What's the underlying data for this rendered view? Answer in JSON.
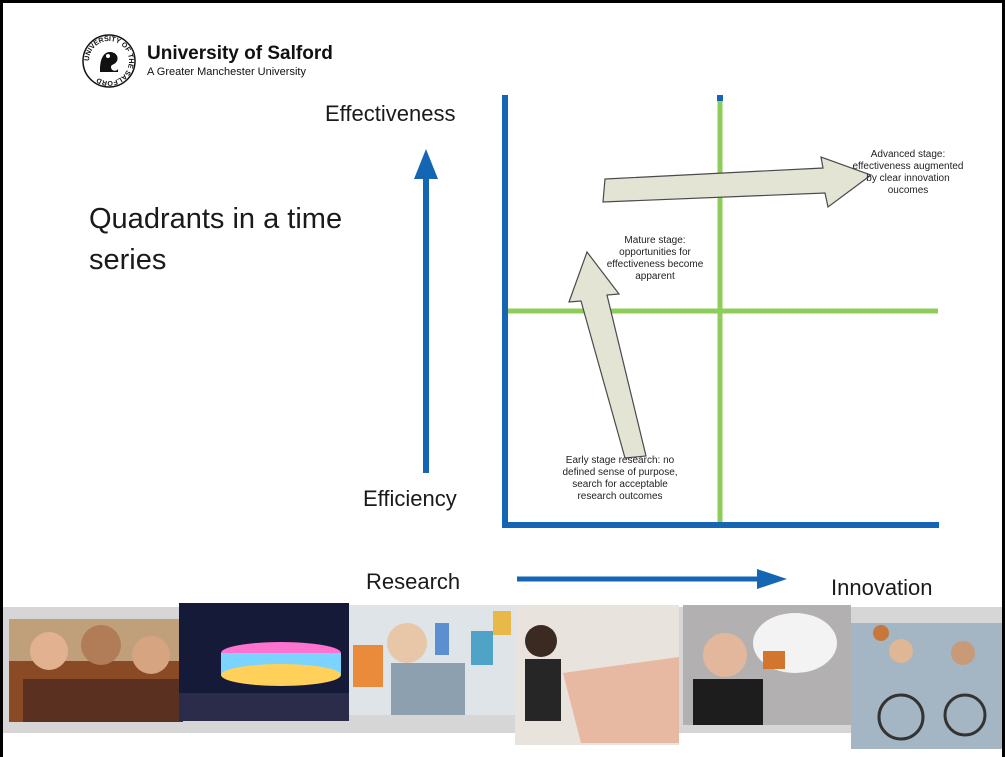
{
  "branding": {
    "university_name": "University of Salford",
    "tagline": "A Greater Manchester University",
    "seal_icon": "university-seal-icon",
    "seal_text": "UNIVERSITY OF THE SALFORD"
  },
  "slide": {
    "title": "Quadrants in a time series"
  },
  "axes": {
    "top_label": "Effectiveness",
    "bottom_label": "Efficiency",
    "left_label": "Research",
    "right_label": "Innovation"
  },
  "stages": {
    "early": "Early stage research: no defined sense of purpose, search for acceptable research outcomes",
    "mature": "Mature stage: opportunities for effectiveness become apparent",
    "advanced": "Advanced stage: effectiveness augmented by clear innovation oucomes"
  },
  "colors": {
    "axis_blue": "#1466b4",
    "divider_green": "#8fcd5a",
    "stage_arrow_fill": "#e3e4d4",
    "stage_arrow_stroke": "#4a4a4a"
  },
  "photo_strip": {
    "photos": [
      "students-photo",
      "illuminated-building-photo",
      "woman-with-tags-photo",
      "student-model-making-photo",
      "student-with-trainer-photo",
      "wheelchair-basketball-photo"
    ]
  }
}
